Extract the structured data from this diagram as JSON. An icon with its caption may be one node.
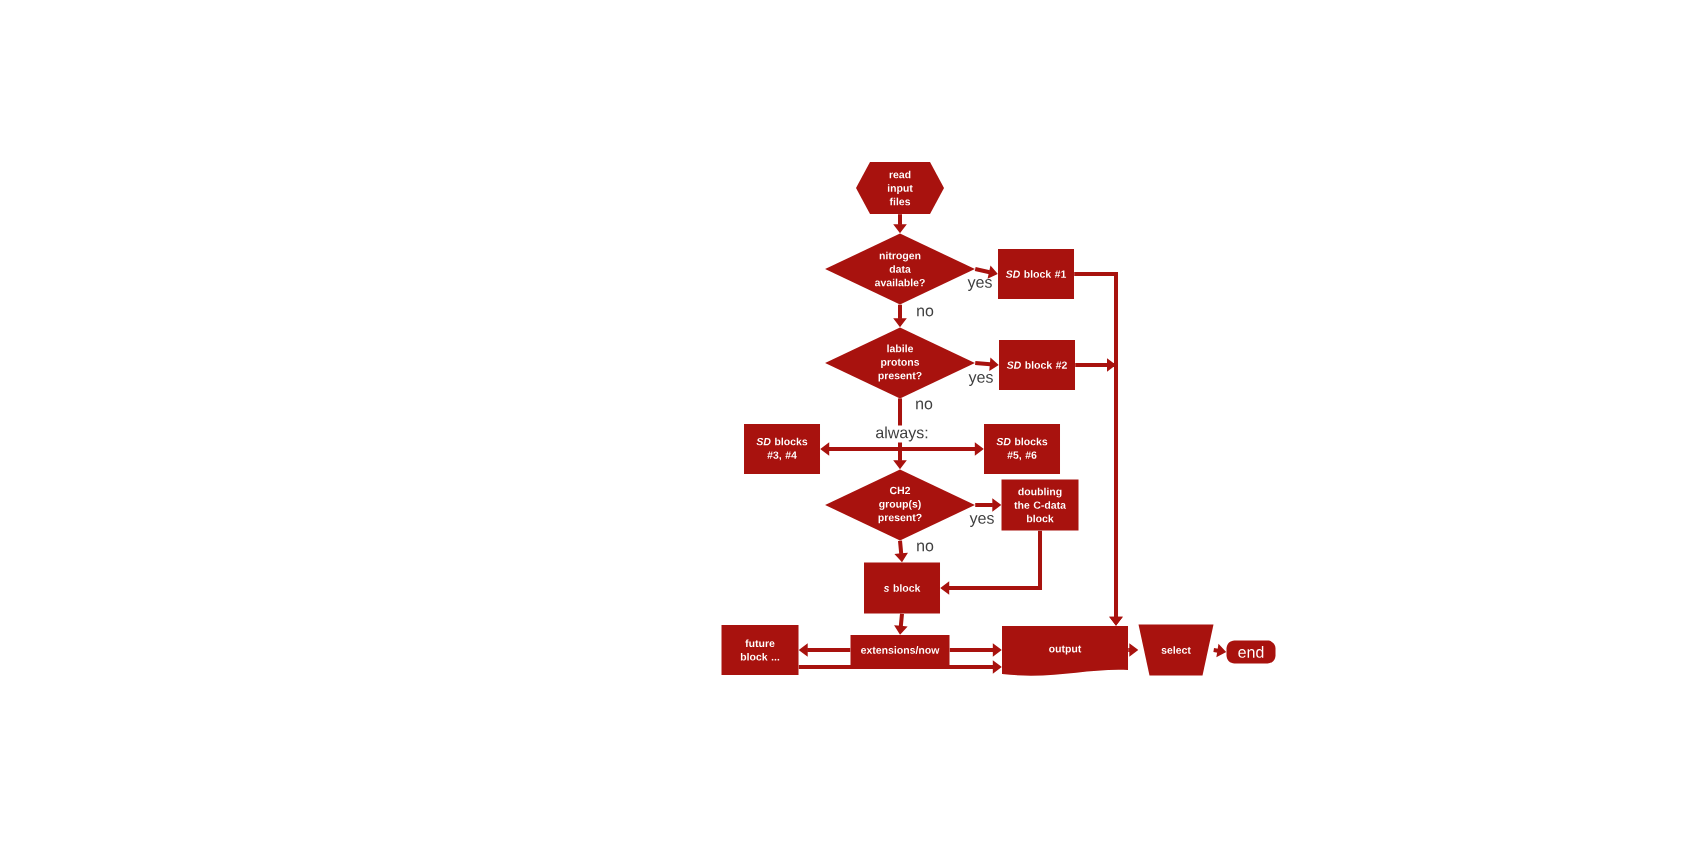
{
  "diagram": {
    "nodes": [
      {
        "text": [
          "read input files"
        ]
      },
      {
        "text": [
          "nitrogen data available?"
        ]
      },
      {
        "text": [
          "*SD* block #1"
        ]
      },
      {
        "text": [
          "labile protons present?"
        ]
      },
      {
        "text": [
          "*SD* block #2"
        ]
      },
      {
        "text": [
          "*SD* blocks #3, #4"
        ]
      },
      {
        "text": [
          "*SD* blocks #5, #6"
        ]
      },
      {
        "text": [
          "CH2 group(s) present?"
        ]
      },
      {
        "text": [
          "doubling the C-data block"
        ]
      },
      {
        "text": [
          "*s* block"
        ]
      },
      {
        "text": [
          "extensions/now"
        ]
      },
      {
        "text": [
          "future block ..."
        ]
      },
      {
        "text": [
          "output"
        ]
      },
      {
        "text": [
          "select"
        ]
      },
      {
        "text": [
          "end"
        ]
      }
    ],
    "edges": [
      {
        "from": 0,
        "to": 1,
        "arrow": "to"
      },
      {
        "from": 1,
        "to": 2,
        "arrow": "to",
        "label": "yes"
      },
      {
        "from": 1,
        "to": 3,
        "arrow": "to",
        "label": "no"
      },
      {
        "from": 2,
        "to": 12,
        "arrow": "to"
      },
      {
        "from": 3,
        "to": 4,
        "arrow": "to",
        "label": "yes"
      },
      {
        "from": 4,
        "to": 12,
        "arrow": "to"
      },
      {
        "from": 3,
        "to": 7,
        "arrow": "to",
        "label": "no"
      },
      {
        "from": 3,
        "to": 5,
        "arrow": "to"
      },
      {
        "from": 3,
        "to": 6,
        "arrow": "to"
      },
      {
        "from": 7,
        "to": 8,
        "arrow": "to",
        "label": "yes"
      },
      {
        "from": 7,
        "to": 9,
        "arrow": "to",
        "label": "no"
      },
      {
        "from": 8,
        "to": 9,
        "arrow": "to"
      },
      {
        "from": 9,
        "to": 10,
        "arrow": "to"
      },
      {
        "from": 10,
        "to": 11,
        "arrow": "to"
      },
      {
        "from": 10,
        "to": 12,
        "arrow": "to"
      },
      {
        "from": 11,
        "to": 12,
        "arrow": "to"
      },
      {
        "from": 12,
        "to": 13,
        "arrow": "to"
      },
      {
        "from": 13,
        "to": 14,
        "arrow": "to"
      }
    ],
    "labels": [
      "always:"
    ]
  }
}
